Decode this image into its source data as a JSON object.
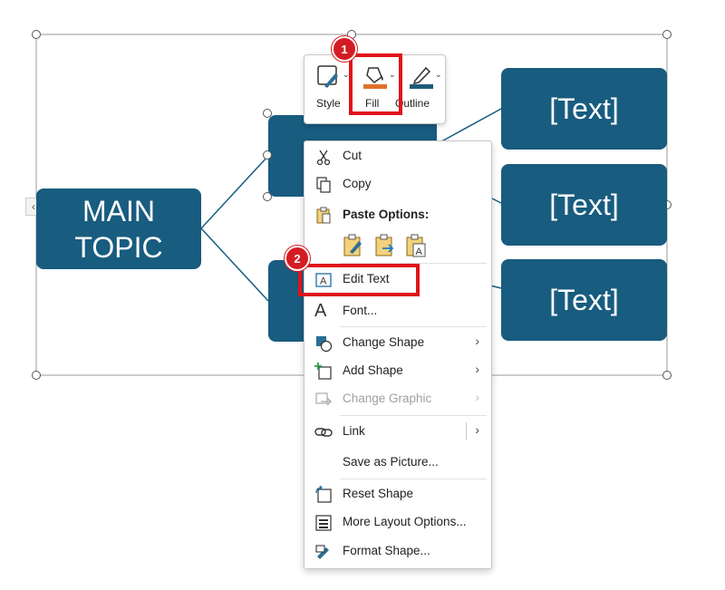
{
  "diagram": {
    "main_topic_line1": "MAIN",
    "main_topic_line2": "TOPIC",
    "placeholders": [
      "[Text]",
      "[Text]",
      "[Text]"
    ]
  },
  "mini_toolbar": {
    "style_label": "Style",
    "fill_label": "Fill",
    "outline_label": "Outline"
  },
  "context_menu": {
    "items": [
      {
        "label": "Cut",
        "icon": "scissors-icon"
      },
      {
        "label": "Copy",
        "icon": "copy-icon"
      },
      {
        "label": "Paste Options:",
        "icon": "clipboard-icon"
      },
      {
        "label": "Edit Text",
        "icon": "edit-text-icon"
      },
      {
        "label": "Font...",
        "icon": "font-icon"
      },
      {
        "label": "Change Shape",
        "icon": "change-shape-icon"
      },
      {
        "label": "Add Shape",
        "icon": "add-shape-icon"
      },
      {
        "label": "Change Graphic",
        "icon": "change-graphic-icon",
        "disabled": true
      },
      {
        "label": "Link",
        "icon": "link-icon"
      },
      {
        "label": "Save as Picture..."
      },
      {
        "label": "Reset Shape",
        "icon": "reset-shape-icon"
      },
      {
        "label": "More Layout Options...",
        "icon": "layout-options-icon"
      },
      {
        "label": "Format Shape...",
        "icon": "format-shape-icon"
      }
    ]
  },
  "annotations": {
    "step1": "1",
    "step2": "2"
  },
  "colors": {
    "shape_fill": "#185c7f",
    "highlight": "#e0131b",
    "fill_bar": "#e0712a",
    "outline_bar": "#1f5c7a"
  }
}
